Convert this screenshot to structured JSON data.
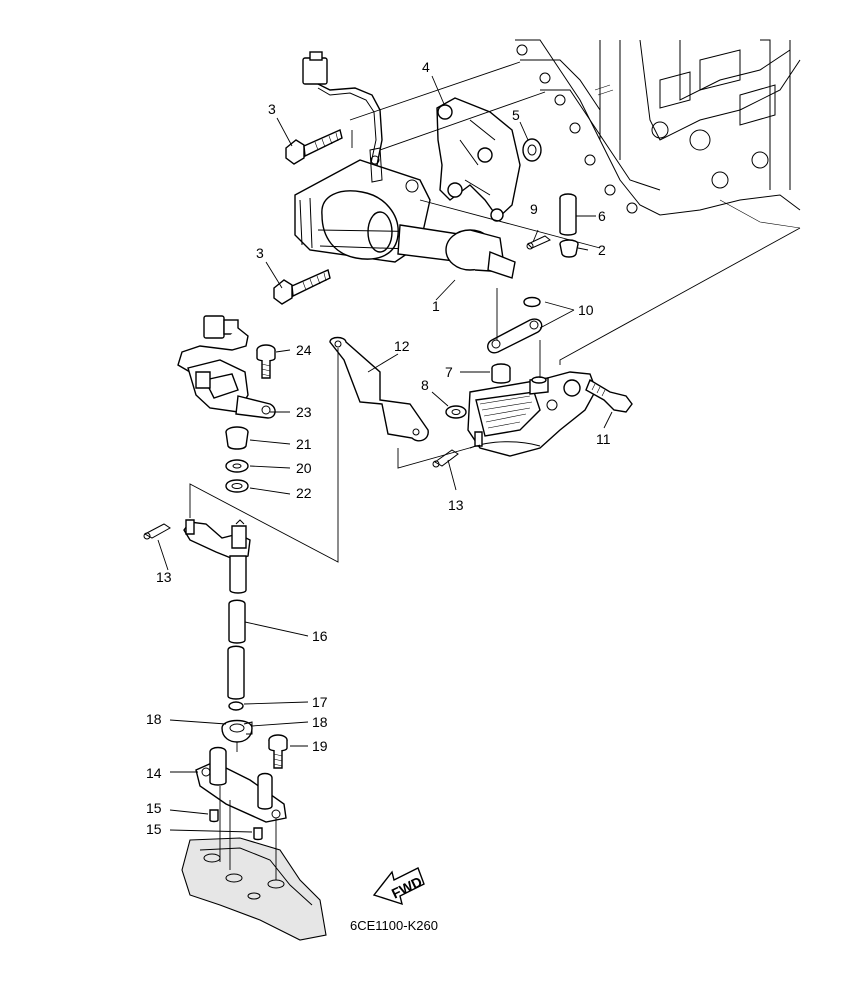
{
  "diagram": {
    "figure_code": "6CE1100-K260",
    "direction_arrow_label": "FWD",
    "callouts": [
      {
        "id": "c1",
        "text": "1"
      },
      {
        "id": "c2",
        "text": "2"
      },
      {
        "id": "c3a",
        "text": "3"
      },
      {
        "id": "c3b",
        "text": "3"
      },
      {
        "id": "c4",
        "text": "4"
      },
      {
        "id": "c5",
        "text": "5"
      },
      {
        "id": "c6",
        "text": "6"
      },
      {
        "id": "c7",
        "text": "7"
      },
      {
        "id": "c8",
        "text": "8"
      },
      {
        "id": "c9",
        "text": "9"
      },
      {
        "id": "c10",
        "text": "10"
      },
      {
        "id": "c11",
        "text": "11"
      },
      {
        "id": "c12",
        "text": "12"
      },
      {
        "id": "c13a",
        "text": "13"
      },
      {
        "id": "c13b",
        "text": "13"
      },
      {
        "id": "c14",
        "text": "14"
      },
      {
        "id": "c15a",
        "text": "15"
      },
      {
        "id": "c15b",
        "text": "15"
      },
      {
        "id": "c16",
        "text": "16"
      },
      {
        "id": "c17",
        "text": "17"
      },
      {
        "id": "c18a",
        "text": "18"
      },
      {
        "id": "c18b",
        "text": "18"
      },
      {
        "id": "c19",
        "text": "19"
      },
      {
        "id": "c20",
        "text": "20"
      },
      {
        "id": "c21",
        "text": "21"
      },
      {
        "id": "c22",
        "text": "22"
      },
      {
        "id": "c23",
        "text": "23"
      },
      {
        "id": "c24",
        "text": "24"
      }
    ]
  }
}
